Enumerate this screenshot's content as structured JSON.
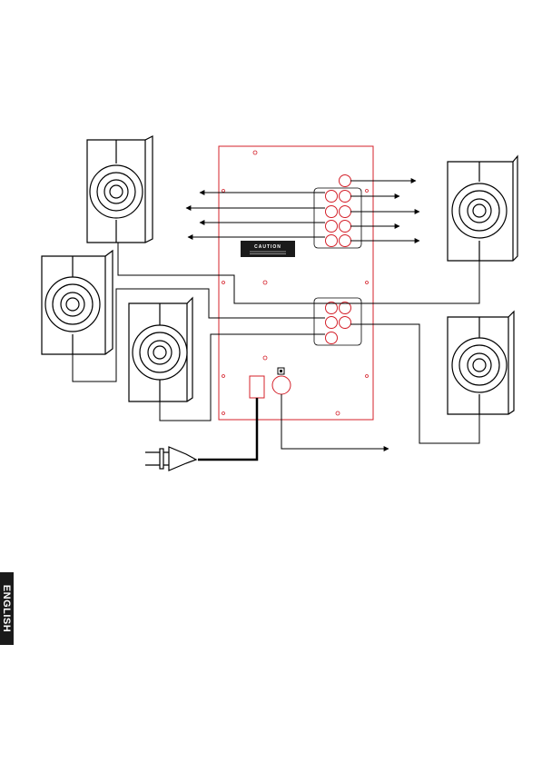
{
  "diagram": {
    "caution_label": "CAUTION",
    "side_tab_label": "ENGLISH",
    "colors": {
      "panel_outline": "#d4202a",
      "line": "#000000",
      "label_bg": "#1a1a1a"
    },
    "components": [
      "speaker",
      "subwoofer-rear-panel",
      "rca-jack",
      "power-plug",
      "power-switch",
      "volume-knob"
    ]
  }
}
